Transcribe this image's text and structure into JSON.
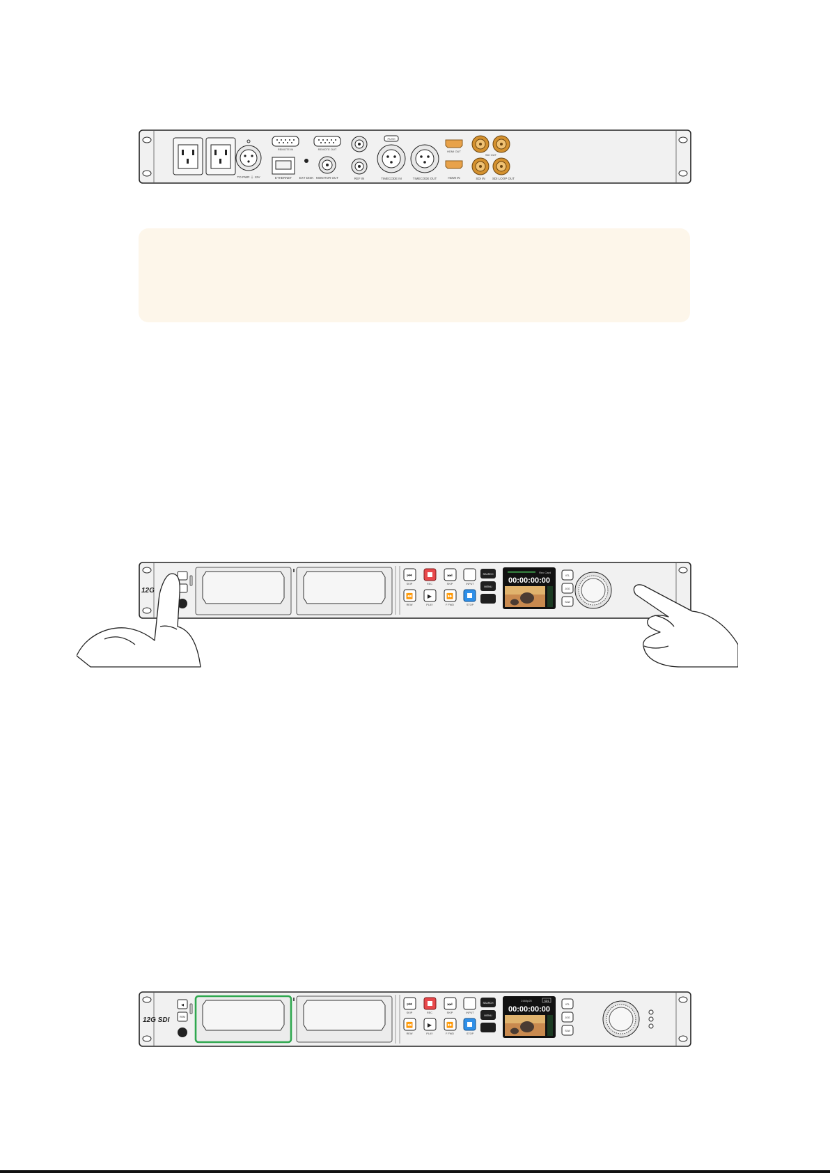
{
  "rear_panel": {
    "labels": {
      "power": "TO PWR ⏚ 12V",
      "remote_in": "REMOTE IN",
      "remote_out": "REMOTE OUT",
      "ethernet": "ETHERNET",
      "ext_disk": "EXT DISK",
      "monitor_out": "MONITOR OUT",
      "ref_in": "REF IN",
      "push": "PUSH",
      "timecode_in": "TIMECODE IN",
      "timecode_out": "TIMECODE OUT",
      "hdmi_out": "HDMI OUT",
      "hdmi_in": "HDMI IN",
      "sdi_out": "SDI OUT",
      "sdi_in": "SDI IN",
      "sdi_loop_out": "SDI LOOP OUT"
    }
  },
  "notice": {
    "text": ""
  },
  "front_panel": {
    "logo": "12G",
    "logo_full": "12G SDI",
    "eject_label": "REM",
    "buttons": {
      "skip_back": "SKIP",
      "rec": "REC",
      "skip_fwd": "SKIP",
      "input": "INPUT",
      "search": "SEARCH",
      "menu": "MENU",
      "rew": "REW",
      "play": "PLAY",
      "ffwd": "F FWD",
      "stop": "STOP",
      "vtl": "VTL",
      "jog": "JOG",
      "slow": "SLW"
    },
    "lcd": {
      "timecode": "00:00:00:00",
      "status_top": "Rec Card",
      "format": "2160p25",
      "card_badge": "SD1"
    }
  },
  "footer": {
    "page_number": ""
  }
}
